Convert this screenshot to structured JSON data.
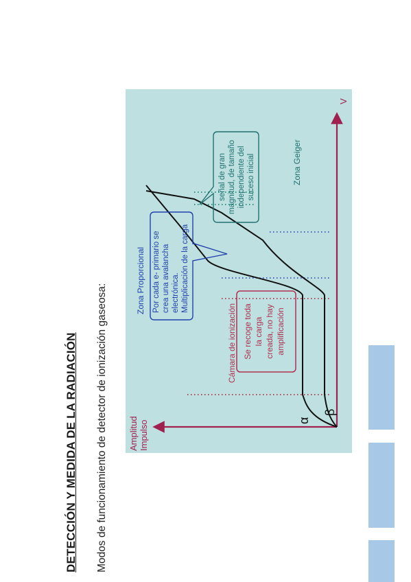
{
  "document": {
    "title": "DETECCIÓN Y MEDIDA DE LA RADIACIÓN",
    "subtitle": "Modos de funcionamiento de detector de ionización gaseosa:"
  },
  "diagram": {
    "colors": {
      "background": "#bfe0e0",
      "axis": "#a0204f",
      "curve": "#111111",
      "zone_red_dots": "#b0304a",
      "zone_blue_dots": "#3050c0",
      "zone_green_dots": "#208a7a",
      "camara": "#b03050",
      "proporcional": "#2040b0",
      "geiger": "#207070"
    },
    "y_axis_label": [
      "Amplitud",
      "Impulso"
    ],
    "x_axis_label": "V",
    "curve_labels": {
      "alpha": "α",
      "beta": "β"
    },
    "camara": {
      "zone_label": "Cámara de ionización",
      "box_lines": [
        "Se recoge toda",
        "la carga",
        "creada, no hay",
        "amplificación"
      ]
    },
    "proporcional": {
      "zone_label": "Zona Proporcional",
      "box_lines": [
        "Por cada e- primario se",
        "crea una avalancha",
        "electrónica.",
        "Multiplicación de la carga"
      ]
    },
    "geiger": {
      "zone_label": "Zona Geiger",
      "box_lines": [
        "señal de gran",
        "magnitud, de tamaño",
        "independiente del",
        "suceso inicial"
      ]
    }
  }
}
